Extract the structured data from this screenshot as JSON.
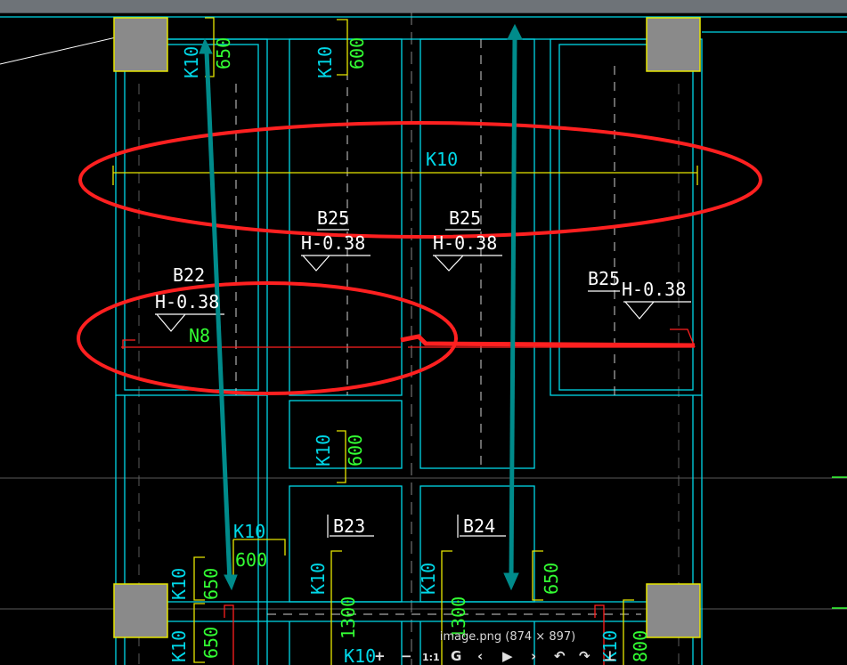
{
  "viewer": {
    "image_info": "image.png (874 × 897)",
    "toolbar_glyphs": [
      "+",
      "−",
      "1:1",
      "G",
      "‹",
      "▶",
      "›",
      "↶",
      "↷",
      "⊥"
    ]
  },
  "labels": {
    "k10_top_left": "K10",
    "dim_650_top": "650",
    "k10_top_mid": "K10",
    "dim_600_top": "600",
    "k10_center": "K10",
    "b25_a": "B25",
    "h_a": "H-0.38",
    "b25_b": "B25",
    "h_b": "H-0.38",
    "b25_c": "B25",
    "h_c": "H-0.38",
    "b22": "B22",
    "h_d": "H-0.38",
    "n8": "N8",
    "k10_mid": "K10",
    "dim_600_mid": "600",
    "b23": "B23",
    "b24": "B24",
    "k10_bl": "K10",
    "dim_600_bl": "600",
    "k10_bl2": "K10",
    "dim_650_bl": "650",
    "k10_bl3": "K10",
    "dim_650_bl2": "650",
    "k10_b1": "K10",
    "dim_1300_a": "1300",
    "k10_b2": "K10",
    "dim_1300_b": "1300",
    "dim_650_br": "650",
    "k10_br": "K10",
    "dim_800_br": "800",
    "k10_bottom": "K10"
  },
  "colors": {
    "background": "#000000",
    "wall_line": "#00d8e8",
    "dim_line": "#e6e600",
    "text_white": "#ffffff",
    "text_cyan": "#00d8e8",
    "text_green": "#33ff33",
    "column": "#8a8a8a",
    "annotation_red": "#ff2020",
    "arrow_teal": "#008b8b"
  }
}
